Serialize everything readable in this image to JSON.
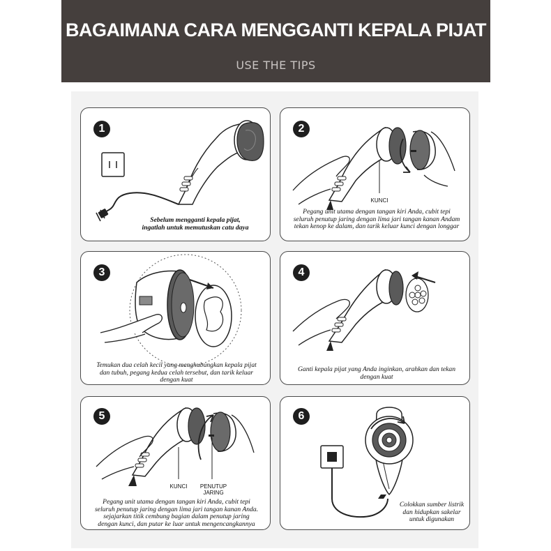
{
  "header": {
    "title": "BAGAIMANA CARA MENGGANTI KEPALA PIJAT",
    "subtitle": "USE THE TIPS"
  },
  "steps": [
    {
      "number": "1",
      "caption": [
        "Sebelum mengganti kepala pijat,",
        "ingatlah untuk memutuskan catu daya"
      ]
    },
    {
      "number": "2",
      "label": "KUNCI",
      "caption": [
        "Pegang unit utama dengan tangan kiri Anda, cubit tepi",
        "seluruh penutup jaring dengan lima jari tangan kanan Andam",
        "tekan kenop ke dalam, dan tarik keluar kunci dengan longgar"
      ]
    },
    {
      "number": "3",
      "caption": [
        "Temukan dua celah kecil yang menghubungkan kepala pijat",
        "dan tubuh, pegang kedua celah tersebut, dan tarik keluar",
        "dengan kuat"
      ]
    },
    {
      "number": "4",
      "caption": [
        "Ganti kepala pijat yang Anda inginkan, arahkan dan tekan",
        "dengan kuat"
      ]
    },
    {
      "number": "5",
      "label_lock": "KUNCI",
      "label_cover": [
        "PENUTUP",
        "JARING"
      ],
      "caption": [
        "Pegang unit utama dengan tangan kiri Anda, cubit tepi",
        "seluruh penutup jaring dengan lima jari tangan kanan Anda.",
        "sejajarkan titik cembung bagian dalam penutup jaring",
        "dengan kunci, dan putar ke luar untuk mengencangkannya"
      ]
    },
    {
      "number": "6",
      "caption": [
        "Colokkan sumber listrik",
        "dan hidupkan sakelar",
        "untuk digunakan"
      ]
    }
  ],
  "colors": {
    "header_bg": "#453f3d",
    "board_bg": "#f2f2f2",
    "badge": "#1e1e1e",
    "device_dark": "#5a5a5a"
  },
  "icons": [
    "wall-socket-icon",
    "power-plug-icon",
    "massager-icon",
    "hand-icon",
    "arrow-icon",
    "rotate-arrow-icon",
    "massage-head-icon"
  ]
}
